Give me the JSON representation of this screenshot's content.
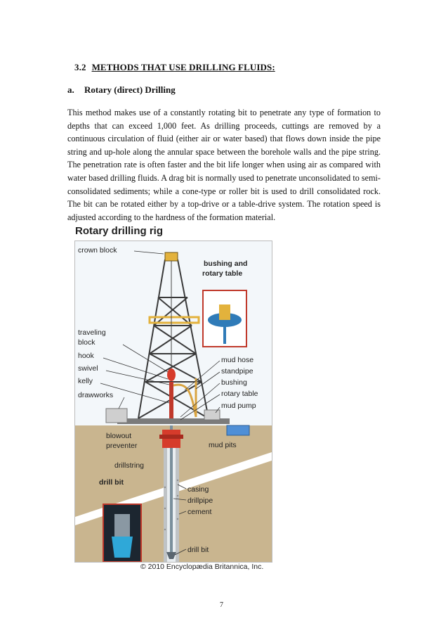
{
  "section": {
    "number": "3.2",
    "title": "METHODS THAT USE DRILLING FLUIDS:"
  },
  "subsection": {
    "label": "a.",
    "title": "Rotary (direct) Drilling"
  },
  "paragraph": "This method makes use of a constantly rotating bit to penetrate any type of formation to depths that can exceed 1,000 feet. As drilling proceeds, cuttings are removed by a continuous circulation of fluid (either air or water based) that flows down inside the pipe string and up-hole along the annular space between the borehole walls and the pipe string. The penetration rate is often faster and the bit life longer when using air as compared with water based drilling fluids. A drag bit is normally used to penetrate unconsolidated to semi-consolidated sediments; while a cone-type or roller bit is used to drill consolidated rock. The bit can be rotated either by a top-drive or a table-drive system. The rotation speed is adjusted according to the hardness of the formation material.",
  "figure": {
    "title": "Rotary drilling rig",
    "credit": "© 2010 Encyclopædia Britannica, Inc.",
    "labels": {
      "crown_block": "crown block",
      "bushing_rotary_1": "bushing and",
      "bushing_rotary_2": "rotary table",
      "traveling_1": "traveling",
      "traveling_2": "block",
      "hook": "hook",
      "swivel": "swivel",
      "kelly": "kelly",
      "drawworks": "drawworks",
      "mud_hose": "mud hose",
      "standpipe": "standpipe",
      "bushing": "bushing",
      "rotary_table": "rotary table",
      "mud_pump": "mud pump",
      "blowout_1": "blowout",
      "blowout_2": "preventer",
      "mud_pits": "mud pits",
      "drillstring": "drillstring",
      "drill_bit_inset": "drill bit",
      "casing": "casing",
      "drillpipe": "drillpipe",
      "cement": "cement",
      "drill_bit": "drill bit"
    }
  },
  "page_number": "7"
}
